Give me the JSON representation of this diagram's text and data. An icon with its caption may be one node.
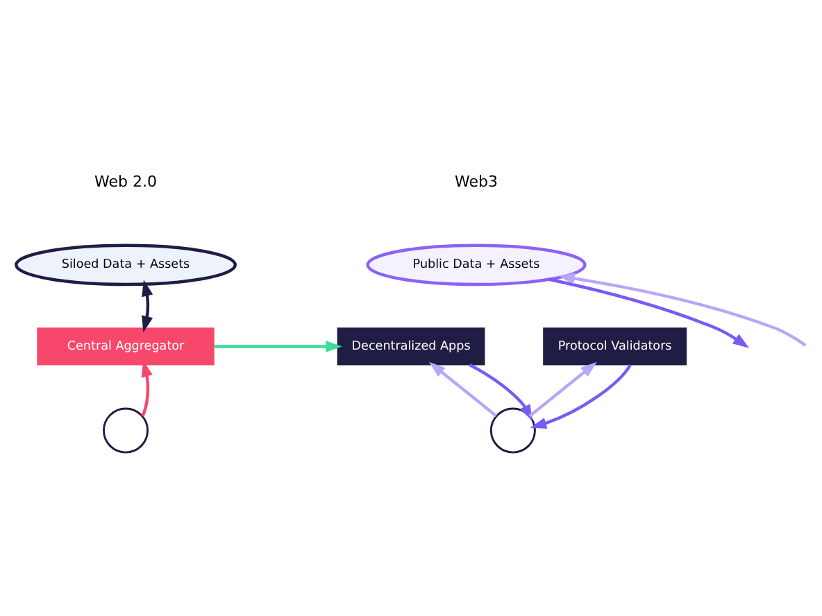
{
  "diagram": {
    "nodes": [
      {
        "text": [
          "Siloed Data + Assets"
        ]
      },
      {
        "text": [
          "Central Aggregator"
        ]
      },
      {
        "text": [],
        "shape": "person"
      },
      {
        "text": [
          "Public Data + Assets"
        ]
      },
      {
        "text": [
          "Decentralized Apps"
        ]
      },
      {
        "text": [
          "Protocol Validators"
        ]
      },
      {
        "text": [],
        "shape": "person"
      }
    ],
    "edges": [
      {
        "from": 0,
        "to": 1,
        "arrow": "both",
        "color": "#1f1d44"
      },
      {
        "from": 2,
        "to": 1,
        "arrow": "to",
        "color": "#f7476b"
      },
      {
        "from": 1,
        "to": 4,
        "arrow": "to",
        "color": "#3ddc97"
      },
      {
        "from": null,
        "to": 3,
        "arrow": "to",
        "color": "#b9a6f7"
      },
      {
        "from": 3,
        "to": null,
        "arrow": "to",
        "color": "#7a5af5"
      },
      {
        "from": 6,
        "to": 4,
        "arrow": "to",
        "color": "#b9a6f7"
      },
      {
        "from": 4,
        "to": 6,
        "arrow": "to",
        "color": "#7a5af5"
      },
      {
        "from": 6,
        "to": 5,
        "arrow": "to",
        "color": "#b9a6f7"
      },
      {
        "from": 5,
        "to": 6,
        "arrow": "to",
        "color": "#7a5af5"
      }
    ],
    "labels": [
      "Web 2.0",
      "Web3"
    ]
  }
}
